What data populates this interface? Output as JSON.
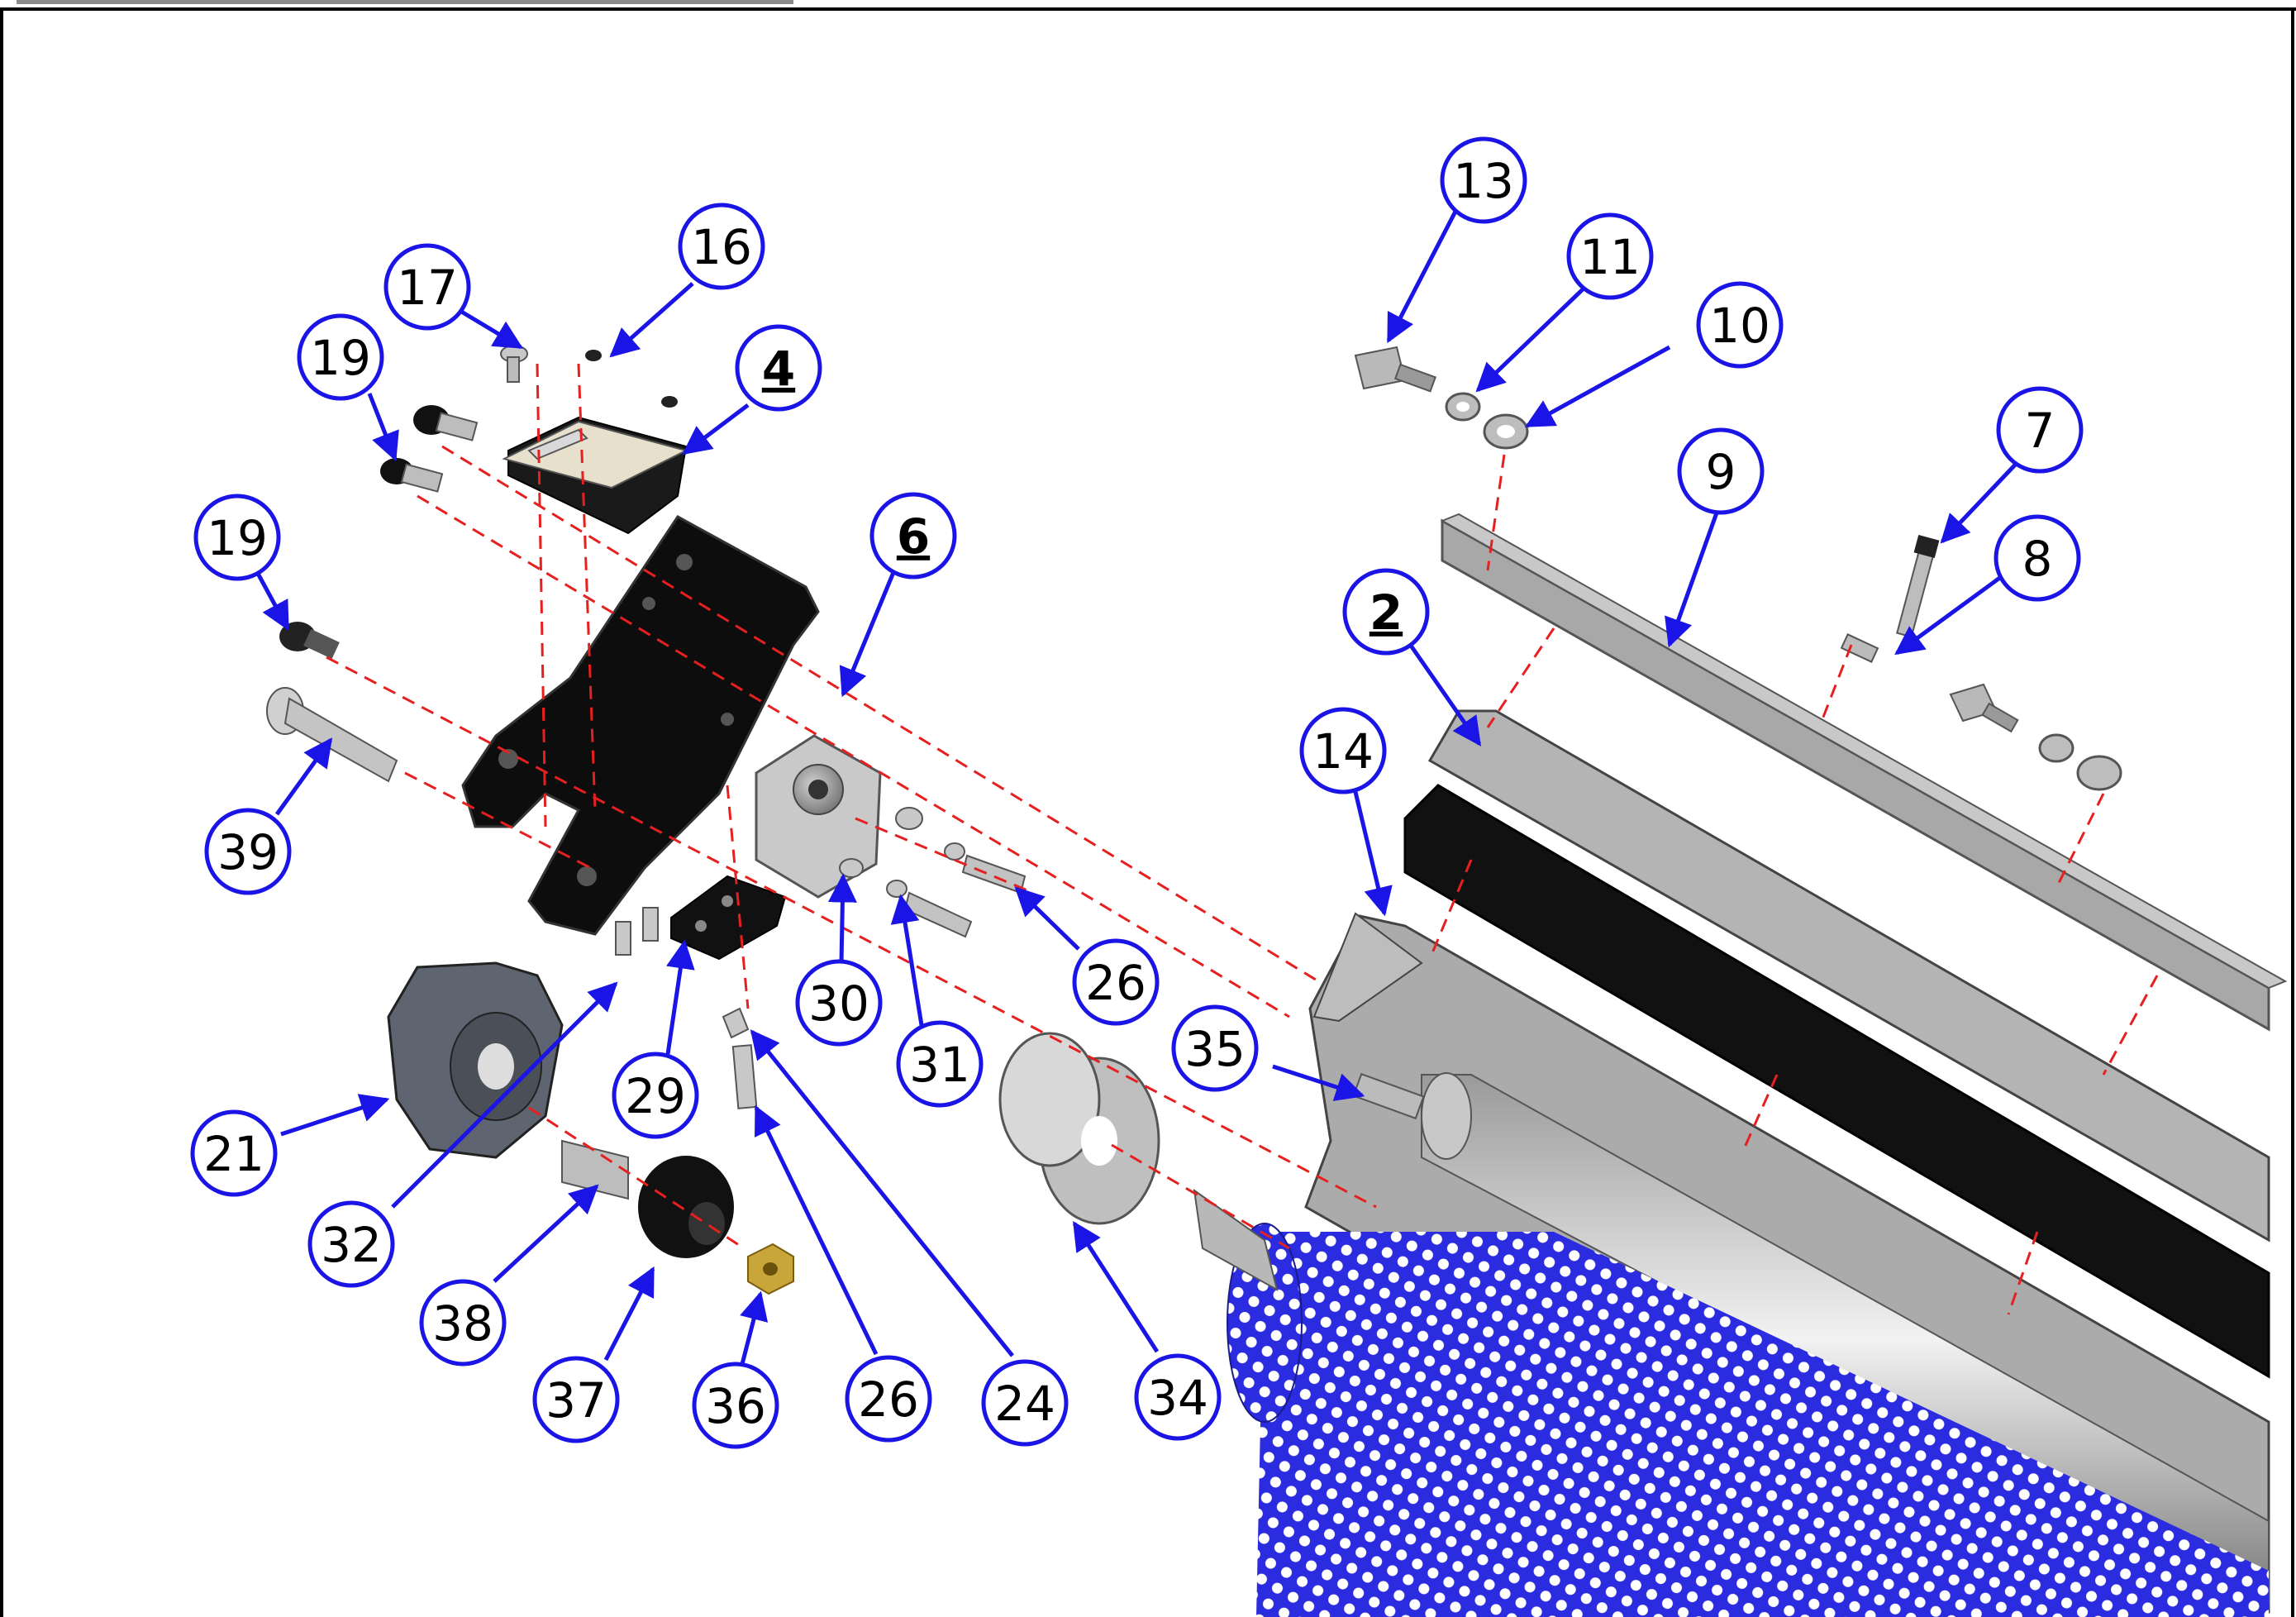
{
  "colors": {
    "balloon": "#1a14e6",
    "leader": "#1a14e6",
    "centerline": "#e5201e",
    "steel": "#a6a6a6",
    "bracket": "#0d0d0d",
    "roller_mesh": "#2b2be0"
  },
  "balloons": [
    {
      "id": "b13",
      "label": "13",
      "underline": false
    },
    {
      "id": "b11",
      "label": "11",
      "underline": false
    },
    {
      "id": "b10",
      "label": "10",
      "underline": false
    },
    {
      "id": "b9",
      "label": "9",
      "underline": false
    },
    {
      "id": "b7",
      "label": "7",
      "underline": false
    },
    {
      "id": "b8",
      "label": "8",
      "underline": false
    },
    {
      "id": "b2",
      "label": "2",
      "underline": true
    },
    {
      "id": "b14",
      "label": "14",
      "underline": false
    },
    {
      "id": "b17",
      "label": "17",
      "underline": false
    },
    {
      "id": "b16",
      "label": "16",
      "underline": false
    },
    {
      "id": "b4",
      "label": "4",
      "underline": true
    },
    {
      "id": "b19a",
      "label": "19",
      "underline": false
    },
    {
      "id": "b19b",
      "label": "19",
      "underline": false
    },
    {
      "id": "b6",
      "label": "6",
      "underline": true
    },
    {
      "id": "b39",
      "label": "39",
      "underline": false
    },
    {
      "id": "b30",
      "label": "30",
      "underline": false
    },
    {
      "id": "b31",
      "label": "31",
      "underline": false
    },
    {
      "id": "b26a",
      "label": "26",
      "underline": false
    },
    {
      "id": "b35",
      "label": "35",
      "underline": false
    },
    {
      "id": "b29",
      "label": "29",
      "underline": false
    },
    {
      "id": "b21",
      "label": "21",
      "underline": false
    },
    {
      "id": "b32",
      "label": "32",
      "underline": false
    },
    {
      "id": "b38",
      "label": "38",
      "underline": false
    },
    {
      "id": "b37",
      "label": "37",
      "underline": false
    },
    {
      "id": "b36",
      "label": "36",
      "underline": false
    },
    {
      "id": "b26b",
      "label": "26",
      "underline": false
    },
    {
      "id": "b24",
      "label": "24",
      "underline": false
    },
    {
      "id": "b34",
      "label": "34",
      "underline": false
    }
  ]
}
